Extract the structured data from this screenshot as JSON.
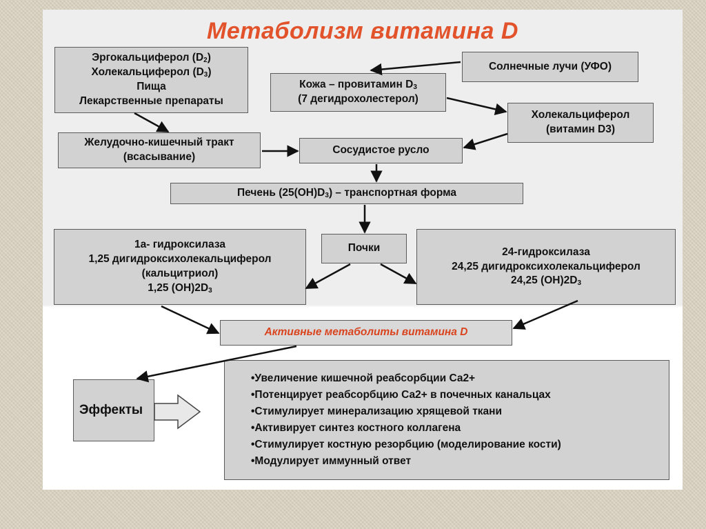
{
  "title": "Метаболизм витамина D",
  "sources": {
    "line1": "Эргокальциферол (D",
    "line1_sub": "2",
    "line1_end": ")",
    "line2": "Холекальциферол (D",
    "line2_sub": "3",
    "line2_end": ")",
    "line3": "Пища",
    "line4": "Лекарственные препараты"
  },
  "sun": {
    "label": "Солнечные лучи (УФО)"
  },
  "skin": {
    "line1": "Кожа – провитамин D",
    "line1_sub": "3",
    "line2": "(7 дегидрохолестерол)"
  },
  "cholecalciferol": {
    "line1": "Холекальциферол",
    "line2": "(витамин D3)"
  },
  "gi_tract": {
    "line1": "Желудочно-кишечный тракт",
    "line2": "(всасывание)"
  },
  "bloodstream": {
    "label": "Сосудистое русло"
  },
  "liver": {
    "label_start": "Печень (25(OH)D",
    "label_sub": "3",
    "label_end": ") – транспортная форма"
  },
  "kidneys": {
    "label": "Почки"
  },
  "hydroxylase_1a": {
    "line1": "1а- гидроксилаза",
    "line2": "1,25 дигидроксихолекальциферол",
    "line3": "(кальцитриол)",
    "line4": "1,25 (ОН)2D",
    "line4_sub": "3"
  },
  "hydroxylase_24": {
    "line1": "24-гидроксилаза",
    "line2": "24,25 дигидроксихолекальциферол",
    "line3": "24,25 (ОН)2D",
    "line3_sub": "3"
  },
  "active_metabolites": {
    "label": "Активные метаболиты витамина D"
  },
  "effects": {
    "label": "Эффекты",
    "items": [
      "•Увеличение кишечной реабсорбции Са2+",
      "•Потенцирует реабсорбцию Са2+ в почечных канальцах",
      "•Стимулирует минерализацию хрящевой ткани",
      "•Активирует синтез костного коллагена",
      "•Стимулирует костную резорбцию (моделирование кости)",
      "•Модулирует иммунный ответ"
    ]
  },
  "colors": {
    "title": "#e2522b",
    "active_text": "#d9441f",
    "box_fill": "#d2d2d2",
    "box_border": "#5a5a5a",
    "arrow": "#111111"
  }
}
